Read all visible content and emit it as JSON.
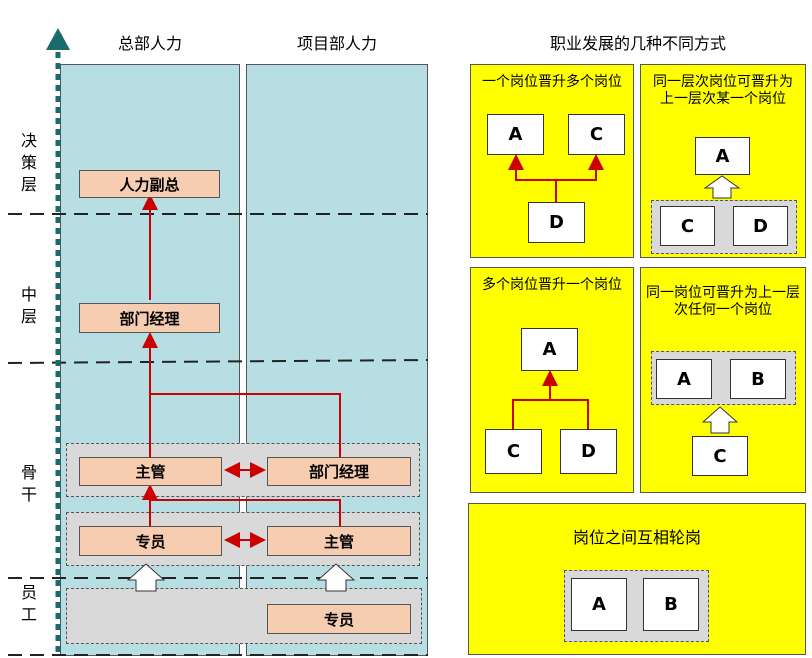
{
  "left": {
    "columns": [
      "总部人力",
      "项目部人力"
    ],
    "tiers": [
      "决策层",
      "中层",
      "骨干",
      "员工"
    ],
    "hq": {
      "vp": "人力副总",
      "dept_manager": "部门经理",
      "supervisor": "主管",
      "specialist": "专员"
    },
    "project": {
      "dept_manager": "部门经理",
      "supervisor": "主管",
      "specialist": "专员"
    }
  },
  "right": {
    "title": "职业发展的几种不同方式",
    "panel1": {
      "title": "一个岗位晋升多个岗位",
      "a": "A",
      "c": "C",
      "d": "D"
    },
    "panel2": {
      "title": "同一层次岗位可晋升为上一层次某一个岗位",
      "a": "A",
      "c": "C",
      "d": "D"
    },
    "panel3": {
      "title": "多个岗位晋升一个岗位",
      "a": "A",
      "c": "C",
      "d": "D"
    },
    "panel4": {
      "title": "同一岗位可晋升为上一层次任何一个岗位",
      "a": "A",
      "b": "B",
      "c": "C"
    },
    "panel5": {
      "title": "岗位之间互相轮岗",
      "a": "A",
      "b": "B"
    }
  },
  "colors": {
    "teal": "#b7dfe3",
    "peach": "#f7cdb2",
    "yellow": "#ffff00",
    "arrow_red": "#cc0000",
    "axis": "#1a6b6b",
    "grey": "#d9d9d9"
  }
}
